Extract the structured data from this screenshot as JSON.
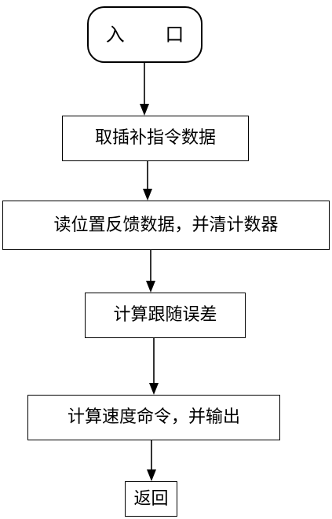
{
  "flowchart": {
    "nodes": [
      {
        "id": "entry",
        "kind": "terminal",
        "label": "入 口"
      },
      {
        "id": "fetch",
        "kind": "process",
        "label": "取插补指令数据"
      },
      {
        "id": "read",
        "kind": "process",
        "label": "读位置反馈数据，并清计数器"
      },
      {
        "id": "error",
        "kind": "process",
        "label": "计算跟随误差"
      },
      {
        "id": "speed",
        "kind": "process",
        "label": "计算速度命令，并输出"
      },
      {
        "id": "return",
        "kind": "process",
        "label": "返回"
      }
    ],
    "edges": [
      {
        "from": "entry",
        "to": "fetch"
      },
      {
        "from": "fetch",
        "to": "read"
      },
      {
        "from": "read",
        "to": "error"
      },
      {
        "from": "error",
        "to": "speed"
      },
      {
        "from": "speed",
        "to": "return"
      }
    ]
  }
}
